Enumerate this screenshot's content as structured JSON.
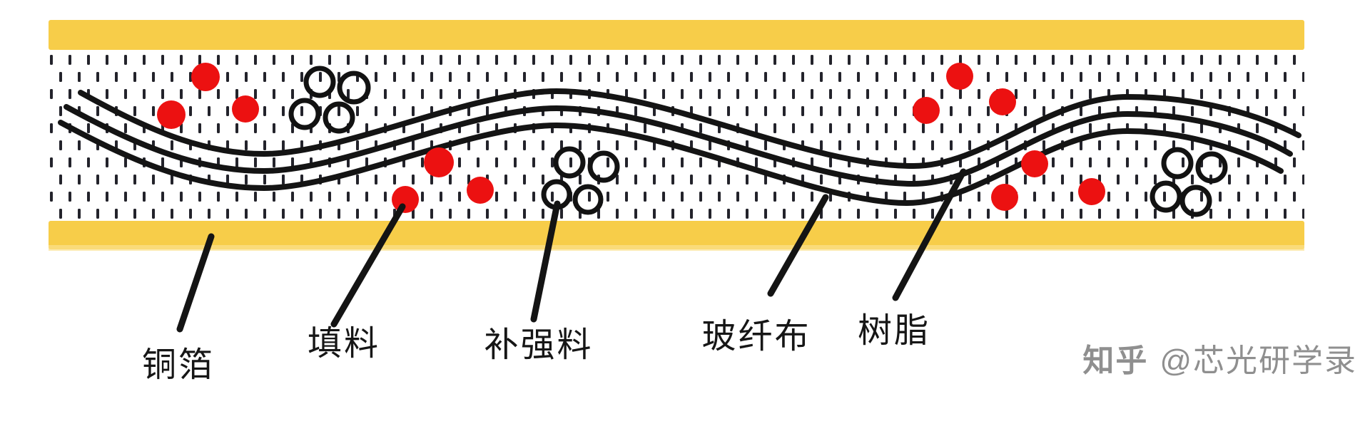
{
  "colors": {
    "copper": "#f7cd49",
    "filler_red": "#ec1111",
    "ink": "#161616",
    "dash": "#23232b",
    "watermark_gray": "#8f8f8f",
    "background": "#ffffff"
  },
  "labels": {
    "copper_foil": "铜箔",
    "filler": "填料",
    "reinforcement": "补强料",
    "glass_fiber": "玻纤布",
    "resin": "树脂"
  },
  "watermark": {
    "brand": "知乎",
    "handle": "@芯光研学录"
  }
}
